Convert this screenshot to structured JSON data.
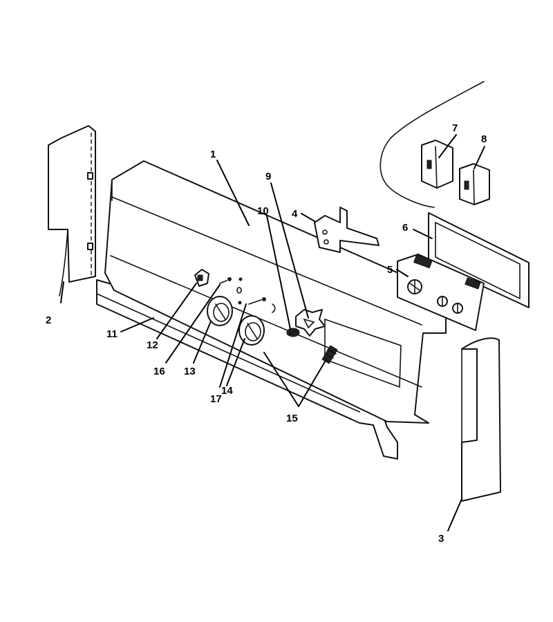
{
  "callouts": [
    {
      "id": "1",
      "label": "1"
    },
    {
      "id": "2",
      "label": "2"
    },
    {
      "id": "3",
      "label": "3"
    },
    {
      "id": "4",
      "label": "4"
    },
    {
      "id": "5",
      "label": "5"
    },
    {
      "id": "6",
      "label": "6"
    },
    {
      "id": "7",
      "label": "7"
    },
    {
      "id": "8",
      "label": "8"
    },
    {
      "id": "9",
      "label": "9"
    },
    {
      "id": "10",
      "label": "10"
    },
    {
      "id": "11",
      "label": "11"
    },
    {
      "id": "12",
      "label": "12"
    },
    {
      "id": "13",
      "label": "13"
    },
    {
      "id": "14",
      "label": "14"
    },
    {
      "id": "15",
      "label": "15"
    },
    {
      "id": "16",
      "label": "16"
    },
    {
      "id": "17",
      "label": "17"
    }
  ],
  "colors": {
    "ink": "#111111",
    "paper": "#ffffff"
  }
}
